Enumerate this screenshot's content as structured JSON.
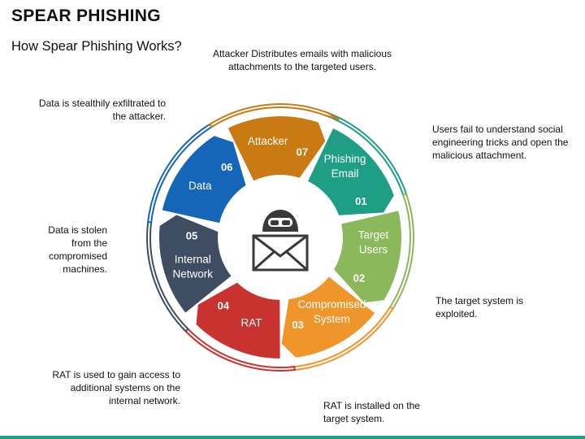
{
  "header": {
    "title": "SPEAR PHISHING",
    "subtitle": "How Spear Phishing Works?"
  },
  "steps": [
    {
      "number": "01",
      "label_lines": [
        "Phishing",
        "Email"
      ],
      "color": "#1e9e84"
    },
    {
      "number": "02",
      "label_lines": [
        "Target",
        "Users"
      ],
      "color": "#8bb85a"
    },
    {
      "number": "03",
      "label_lines": [
        "Compromised",
        "System"
      ],
      "color": "#f0952a"
    },
    {
      "number": "04",
      "label_lines": [
        "RAT"
      ],
      "color": "#c8322f"
    },
    {
      "number": "05",
      "label_lines": [
        "Internal",
        "Network"
      ],
      "color": "#3f4d63"
    },
    {
      "number": "06",
      "label_lines": [
        "Data"
      ],
      "color": "#1565b8"
    },
    {
      "number": "07",
      "label_lines": [
        "Attacker"
      ],
      "color": "#c97a12"
    }
  ],
  "annotations": {
    "attacker_distributes": "Attacker Distributes emails with malicious attachments to the targeted users.",
    "users_fail": "Users fail to understand social engineering tricks and open the malicious attachment.",
    "system_exploited": "The target system is exploited.",
    "rat_installed": "RAT is installed on the target system.",
    "rat_used": "RAT is used to gain access to additional systems on the internal network.",
    "data_stolen": "Data is stolen from the compromised machines.",
    "data_exfiltrated": "Data is stealthily exfiltrated to the attacker."
  },
  "icons": {
    "center": "hacker-email-icon"
  },
  "colors": {
    "bottom_bar": "#1e9e84",
    "center_icon": "#3a3a3a"
  }
}
